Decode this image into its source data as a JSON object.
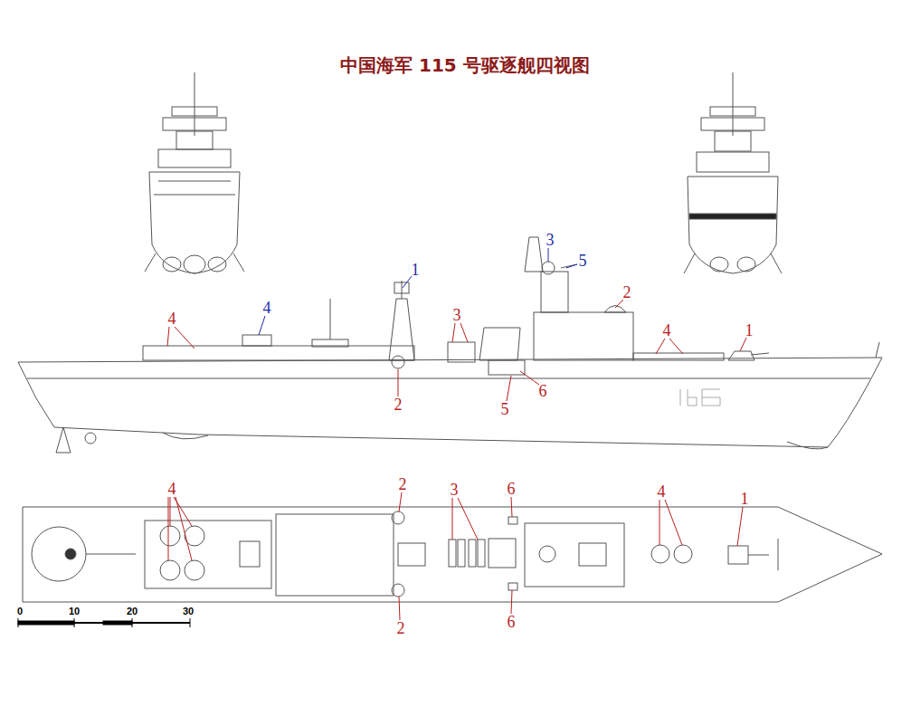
{
  "diagram": {
    "title": "中国海军 115 号驱逐舰四视图",
    "labels": [
      "1",
      "3",
      "5",
      "4",
      "4",
      "3",
      "2",
      "4",
      "1",
      "2",
      "6",
      "5",
      "4",
      "2",
      "3",
      "6",
      "4",
      "1",
      "2",
      "6",
      "0",
      "10",
      "20",
      "30"
    ]
  }
}
